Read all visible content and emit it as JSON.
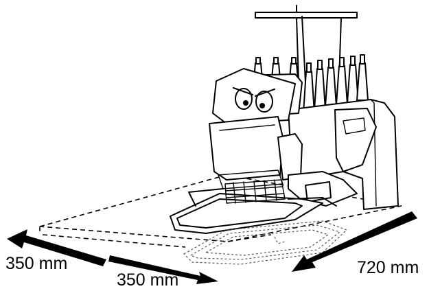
{
  "dimensions": {
    "left_depth": "350 mm",
    "front_depth": "350 mm",
    "width": "720 mm"
  }
}
